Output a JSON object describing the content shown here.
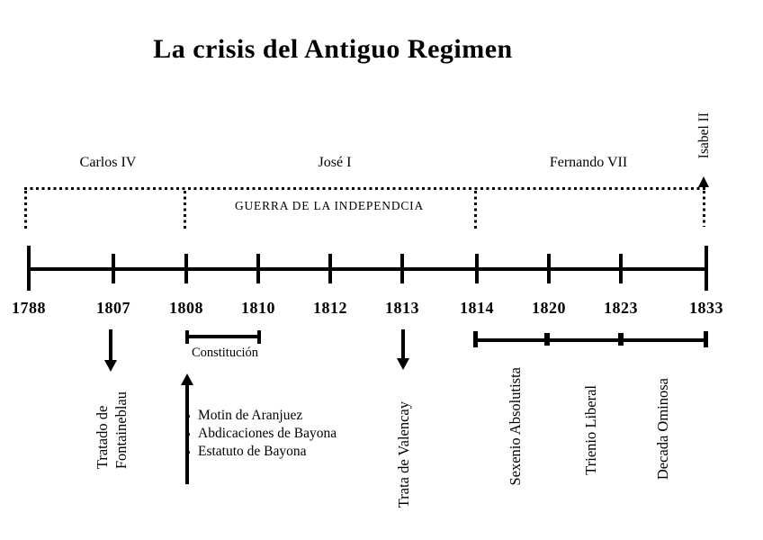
{
  "title": "La crisis del Antiguo Regimen",
  "reigns": {
    "carlos": "Carlos IV",
    "jose": "José I",
    "fernando": "Fernando VII",
    "isabel": "Isabel II"
  },
  "war": {
    "label": "GUERRA DE LA INDEPENDCIA"
  },
  "timeline": {
    "years": [
      "1788",
      "1807",
      "1808",
      "1810",
      "1812",
      "1813",
      "1814",
      "1820",
      "1823",
      "1833"
    ]
  },
  "events": {
    "tratado": {
      "line1": "Tratado de",
      "line2": "Fontaineblau"
    },
    "constitucion": {
      "label": "Constitución"
    },
    "bayona_list": [
      "Motin de Aranjuez",
      "Abdicaciones de Bayona",
      "Estatuto de Bayona"
    ],
    "trata": {
      "label": "Trata de Valencay"
    }
  },
  "periods": {
    "sexenio": "Sexenio Absolutista",
    "trienio": "Trienio Liberal",
    "decada": "Decada Ominosa"
  },
  "colors": {
    "ink": "#000000",
    "background": "#ffffff"
  }
}
